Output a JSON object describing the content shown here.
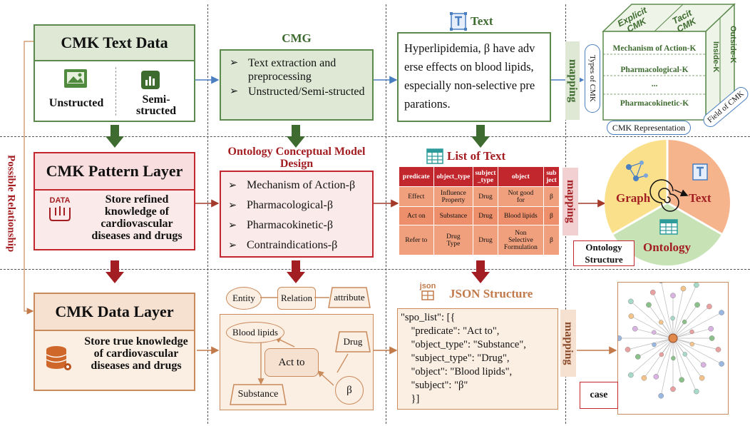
{
  "side_label": "Possible Relationship",
  "col1": {
    "text_data": {
      "title": "CMK Text Data",
      "unstructed": "Unstructed",
      "semi": "Semi-\nstructed"
    },
    "pattern": {
      "title": "CMK Pattern Layer",
      "icon_text": "DATA",
      "body": "Store refined knowledge of cardiovascular diseases and drugs"
    },
    "data_layer": {
      "title": "CMK Data Layer",
      "body": "Store true knowledge of cardiovascular diseases and drugs"
    }
  },
  "col2": {
    "cmg": {
      "title": "CMG",
      "items": [
        "Text extraction and preprocessing",
        "Unstructed/Semi-structed"
      ]
    },
    "ontology": {
      "title": "Ontology Conceptual Model Design",
      "items": [
        "Mechanism of Action-β",
        "Pharmacological-β",
        "Pharmacokinetic-β",
        "Contraindications-β"
      ]
    },
    "model": {
      "entity": "Entity",
      "relation": "Relation",
      "attribute": "attribute",
      "blood_lipids": "Blood lipids",
      "act_to": "Act to",
      "drug": "Drug",
      "substance": "Substance",
      "beta": "β"
    }
  },
  "col3": {
    "text": {
      "title": "Text",
      "body": "Hyperlipidemia, β have adv erse effects on blood lipids, especially non-selective pre parations."
    },
    "list": {
      "title": "List of Text",
      "headers": [
        "predicate",
        "object_type",
        "subject\n_type",
        "object",
        "sub\nject"
      ],
      "rows": [
        [
          "Effect",
          "Influence\nProperty",
          "Drug",
          "Not good\nfor",
          "β"
        ],
        [
          "Act on",
          "Substance",
          "Drug",
          "Blood lipids",
          "β"
        ],
        [
          "Refer to",
          "Drug\nType",
          "Drug",
          "Non\nSelective\nFormulation",
          "β"
        ]
      ]
    },
    "json": {
      "icon_text": "json",
      "title": "JSON Structure",
      "lines": [
        "\"spo_list\": [{",
        "    \"predicate\": \"Act to\",",
        "    \"object_type\": \"Substance\",",
        "    \"subject_type\": \"Drug\",",
        "    \"object\": \"Blood lipids\",",
        "    \"subject\": \"β\"",
        "    }]"
      ]
    },
    "mapping": "mapping"
  },
  "col4": {
    "cube": {
      "explicit": "Explicit CMK",
      "tacit": "Tacit CMK",
      "outside": "Outside-K",
      "inside": "Inside-K",
      "types": "Types of CMK",
      "field": "Field of CMK",
      "representation": "CMK Representation",
      "rows": [
        "Mechanism of Action-K",
        "Pharmacological-K",
        "...",
        "Pharmacokinetic-K"
      ]
    },
    "pie": {
      "graph": "Graph",
      "text": "Text",
      "ontology": "Ontology",
      "structure_label": "Ontology\nStructure"
    },
    "case_label": "case"
  },
  "colors": {
    "green_dark": "#3e6b2f",
    "green_fill": "#dfe8d5",
    "red_dark": "#a31e22",
    "pink_fill": "#f8dede",
    "orange_border": "#c98a5c",
    "orange_fill": "#fbeee3",
    "pie_yellow": "#fbe08c",
    "pie_peach": "#f6b48d",
    "pie_green": "#c7e3b5"
  }
}
